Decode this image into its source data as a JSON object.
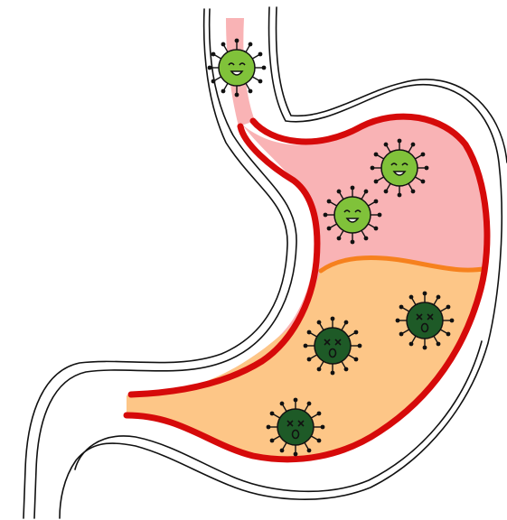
{
  "illustration": {
    "subject": "stomach",
    "colors": {
      "outline": "#111111",
      "stomach_wall": "#d60a0a",
      "gas_region": "#f9b3b5",
      "acid_region": "#fdc687",
      "acid_surface": "#f6811e",
      "happy_virus": "#80c23a",
      "dead_virus": "#1e5a27"
    },
    "viruses": [
      {
        "state": "happy",
        "location": "esophagus"
      },
      {
        "state": "happy",
        "location": "upper-stomach"
      },
      {
        "state": "happy",
        "location": "upper-stomach"
      },
      {
        "state": "dead",
        "location": "stomach-acid"
      },
      {
        "state": "dead",
        "location": "stomach-acid"
      },
      {
        "state": "dead",
        "location": "stomach-acid"
      }
    ]
  }
}
